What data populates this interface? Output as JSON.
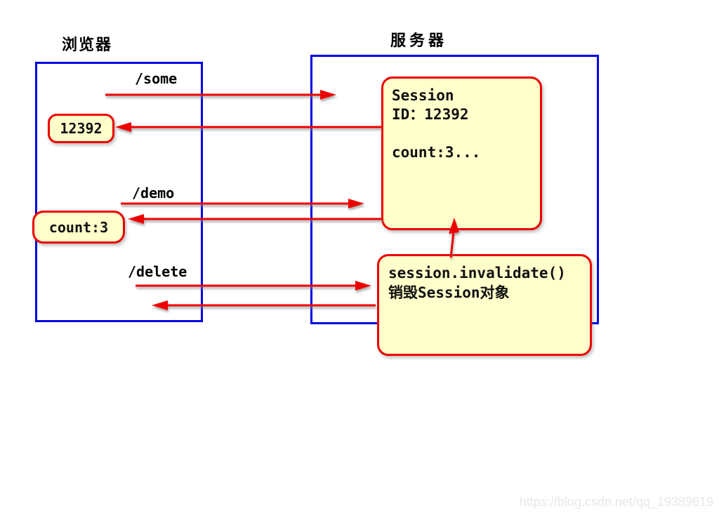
{
  "browser": {
    "title": "浏览器",
    "session_id_token": "12392",
    "count_token": "count:3"
  },
  "server": {
    "title": "服务器"
  },
  "requests": {
    "some": "/some",
    "demo": "/demo",
    "delete": "/delete"
  },
  "session_note": {
    "line1": "Session",
    "line2": "ID：12392",
    "line3": "count:3..."
  },
  "invalidate_note": {
    "line1": "session.invalidate()",
    "line2": "销毁Session对象"
  },
  "colors": {
    "frame_blue": "#0000e6",
    "arrow_red": "#ee0000",
    "note_fill": "#ffffcc",
    "note_border": "#ee0000"
  },
  "watermark": "https://blog.csdn.net/qq_19389619"
}
